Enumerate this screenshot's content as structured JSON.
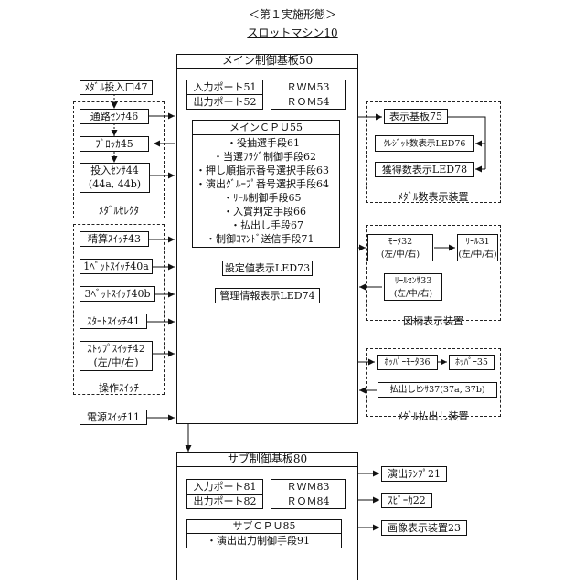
{
  "header": {
    "section": "＜第１実施形態＞",
    "title": "スロットマシン10"
  },
  "main_board": {
    "title": "メイン制御基板50",
    "input_port": "入力ポート51",
    "output_port": "出力ポート52",
    "rwm": "ＲＷＭ53",
    "rom": "ＲＯＭ54",
    "cpu_title": "メインＣＰＵ55",
    "cpu_items": [
      "・役抽選手段61",
      "・当選ﾌﾗｸﾞ制御手段62",
      "・押し順指示番号選択手段63",
      "・演出ｸﾞﾙｰﾌﾟ番号選択手段64",
      "・ﾘｰﾙ制御手段65",
      "・入賞判定手段66",
      "・払出し手段67",
      "・制御ｺﾏﾝﾄﾞ送信手段71"
    ],
    "setting_led": "設定値表示LED73",
    "mgmt_led": "管理情報表示LED74"
  },
  "medal_selector": {
    "label": "ﾒﾀﾞﾙｾﾚｸﾀ",
    "medal_slot": "ﾒﾀﾞﾙ投入口47",
    "passage_sensor": "通路ｾﾝｻ46",
    "blocker": "ﾌﾞﾛｯｶ45",
    "insert_sensor": "投入ｾﾝｻ44",
    "insert_sensor_sub": "(44a, 44b)"
  },
  "operation_switches": {
    "label": "操作ｽｲｯﾁ",
    "items": [
      "精算ｽｲｯﾁ43",
      "1ﾍﾞｯﾄｽｲｯﾁ40a",
      "3ﾍﾞｯﾄｽｲｯﾁ40b",
      "ｽﾀｰﾄｽｲｯﾁ41"
    ],
    "stop_switch": "ｽﾄｯﾌﾟｽｲｯﾁ42",
    "stop_switch_sub": "(左/中/右)"
  },
  "power_switch": "電源ｽｲｯﾁ11",
  "medal_display": {
    "label": "ﾒﾀﾞﾙ数表示装置",
    "board": "表示基板75",
    "credit_led": "ｸﾚｼﾞｯﾄ数表示LED76",
    "won_led": "獲得数表示LED78"
  },
  "symbol_display": {
    "label": "図柄表示装置",
    "motor": "ﾓｰﾀ32",
    "motor_sub": "(左/中/右)",
    "reel": "ﾘｰﾙ31",
    "reel_sub": "(左/中/右)",
    "reel_sensor": "ﾘｰﾙｾﾝｻ33",
    "reel_sensor_sub": "(左/中/右)"
  },
  "medal_payout": {
    "label": "ﾒﾀﾞﾙ払出し装置",
    "hopper_motor": "ﾎｯﾊﾟｰﾓｰﾀ36",
    "hopper": "ﾎｯﾊﾟｰ35",
    "payout_sensor": "払出しｾﾝｻ37(37a, 37b)"
  },
  "sub_board": {
    "title": "サブ制御基板80",
    "input_port": "入力ポート81",
    "output_port": "出力ポート82",
    "rwm": "ＲＷＭ83",
    "rom": "ＲＯＭ84",
    "cpu_title": "サブＣＰＵ85",
    "cpu_item": "・演出出力制御手段91"
  },
  "sub_outputs": {
    "lamp": "演出ﾗﾝﾌﾟ21",
    "speaker": "ｽﾋﾟｰｶ22",
    "image_display": "画像表示装置23"
  }
}
